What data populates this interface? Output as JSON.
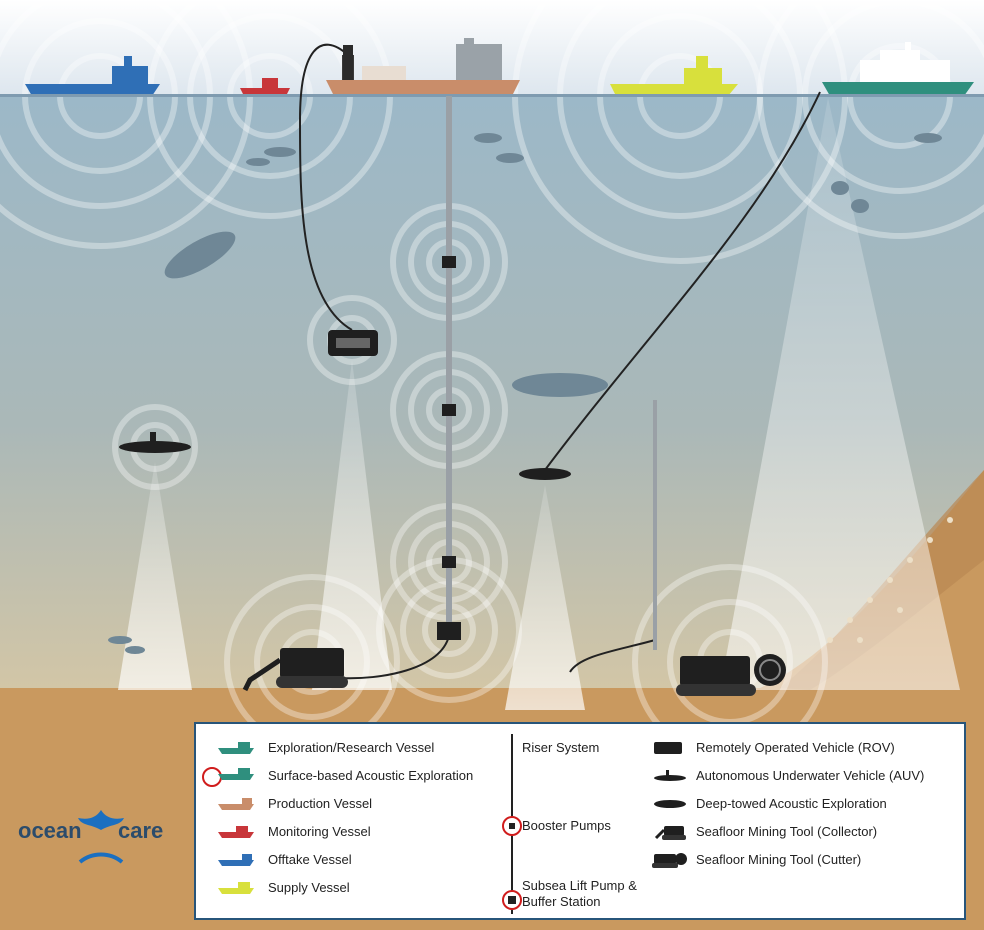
{
  "legend": {
    "vessels": [
      {
        "label": "Exploration/Research Vessel",
        "color": "#2f8f7e",
        "icon": "ship-icon"
      },
      {
        "label": "Surface-based Acoustic Exploration",
        "color": "#2f8f7e",
        "icon": "acoustic-ship-icon"
      },
      {
        "label": "Production Vessel",
        "color": "#c98d6a",
        "icon": "ship-icon"
      },
      {
        "label": "Monitoring Vessel",
        "color": "#c8363a",
        "icon": "ship-icon"
      },
      {
        "label": "Offtake Vessel",
        "color": "#2f6fb6",
        "icon": "ship-icon"
      },
      {
        "label": "Supply Vessel",
        "color": "#d8e03c",
        "icon": "ship-icon"
      }
    ],
    "riser": [
      {
        "label": "Riser System",
        "icon": "riser-icon"
      },
      {
        "label": "Booster Pumps",
        "icon": "booster-pump-icon"
      },
      {
        "label": "Subsea Lift Pump & Buffer Station",
        "icon": "lift-pump-icon"
      }
    ],
    "equipment": [
      {
        "label": "Remotely Operated Vehicle (ROV)",
        "icon": "rov-icon"
      },
      {
        "label": "Autonomous Underwater Vehicle (AUV)",
        "icon": "auv-icon"
      },
      {
        "label": "Deep-towed Acoustic Exploration",
        "icon": "towfish-icon"
      },
      {
        "label": "Seafloor Mining Tool (Collector)",
        "icon": "collector-icon"
      },
      {
        "label": "Seafloor Mining Tool (Cutter)",
        "icon": "cutter-icon"
      }
    ]
  },
  "logo": {
    "word_left": "ocean",
    "word_right": "care",
    "color": "#2c4c6b",
    "accent": "#1b6fc0"
  },
  "colors": {
    "sky": "#dfe7ee",
    "water_top": "#9bb6c6",
    "water_bottom": "#cfc4a6",
    "seafloor": "#c79a64",
    "dark": "#1f1f1f"
  }
}
